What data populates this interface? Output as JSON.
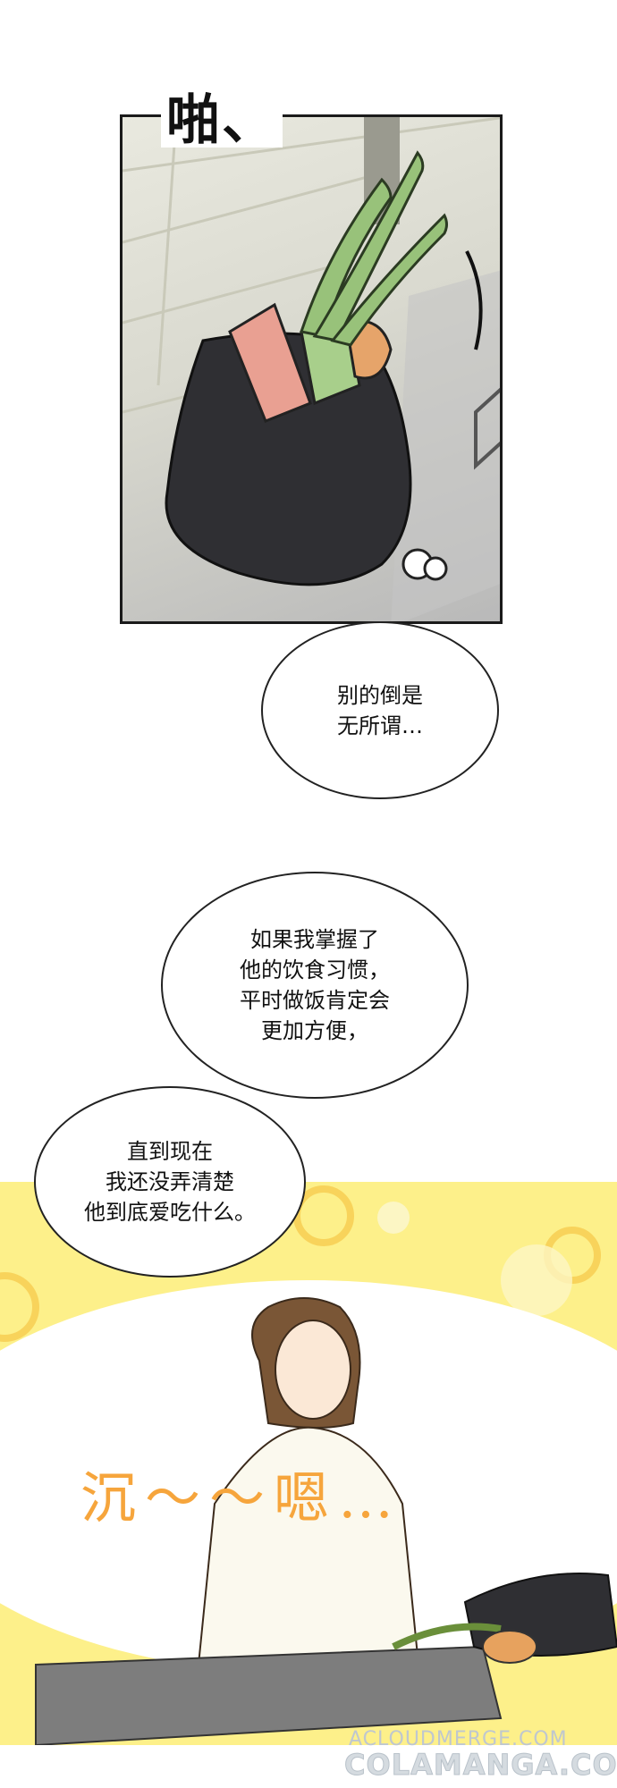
{
  "panel1": {
    "sound_effect": "啪、"
  },
  "bubble1": {
    "text": "别的倒是\n无所谓…"
  },
  "bubble2": {
    "text": "如果我掌握了\n他的饮食习惯，\n平时做饭肯定会\n更加方便，"
  },
  "bubble3": {
    "text": "直到现在\n我还没弄清楚\n他到底爱吃什么。"
  },
  "panel2": {
    "sound_effect": "沉～～嗯…"
  },
  "watermark": {
    "line1": "ACLOUDMERGE.COM",
    "line2": "COLAMANGA.COM"
  },
  "colors": {
    "panel2_bg": "#fdf08a",
    "sfx_orange": "#f6a53c"
  }
}
